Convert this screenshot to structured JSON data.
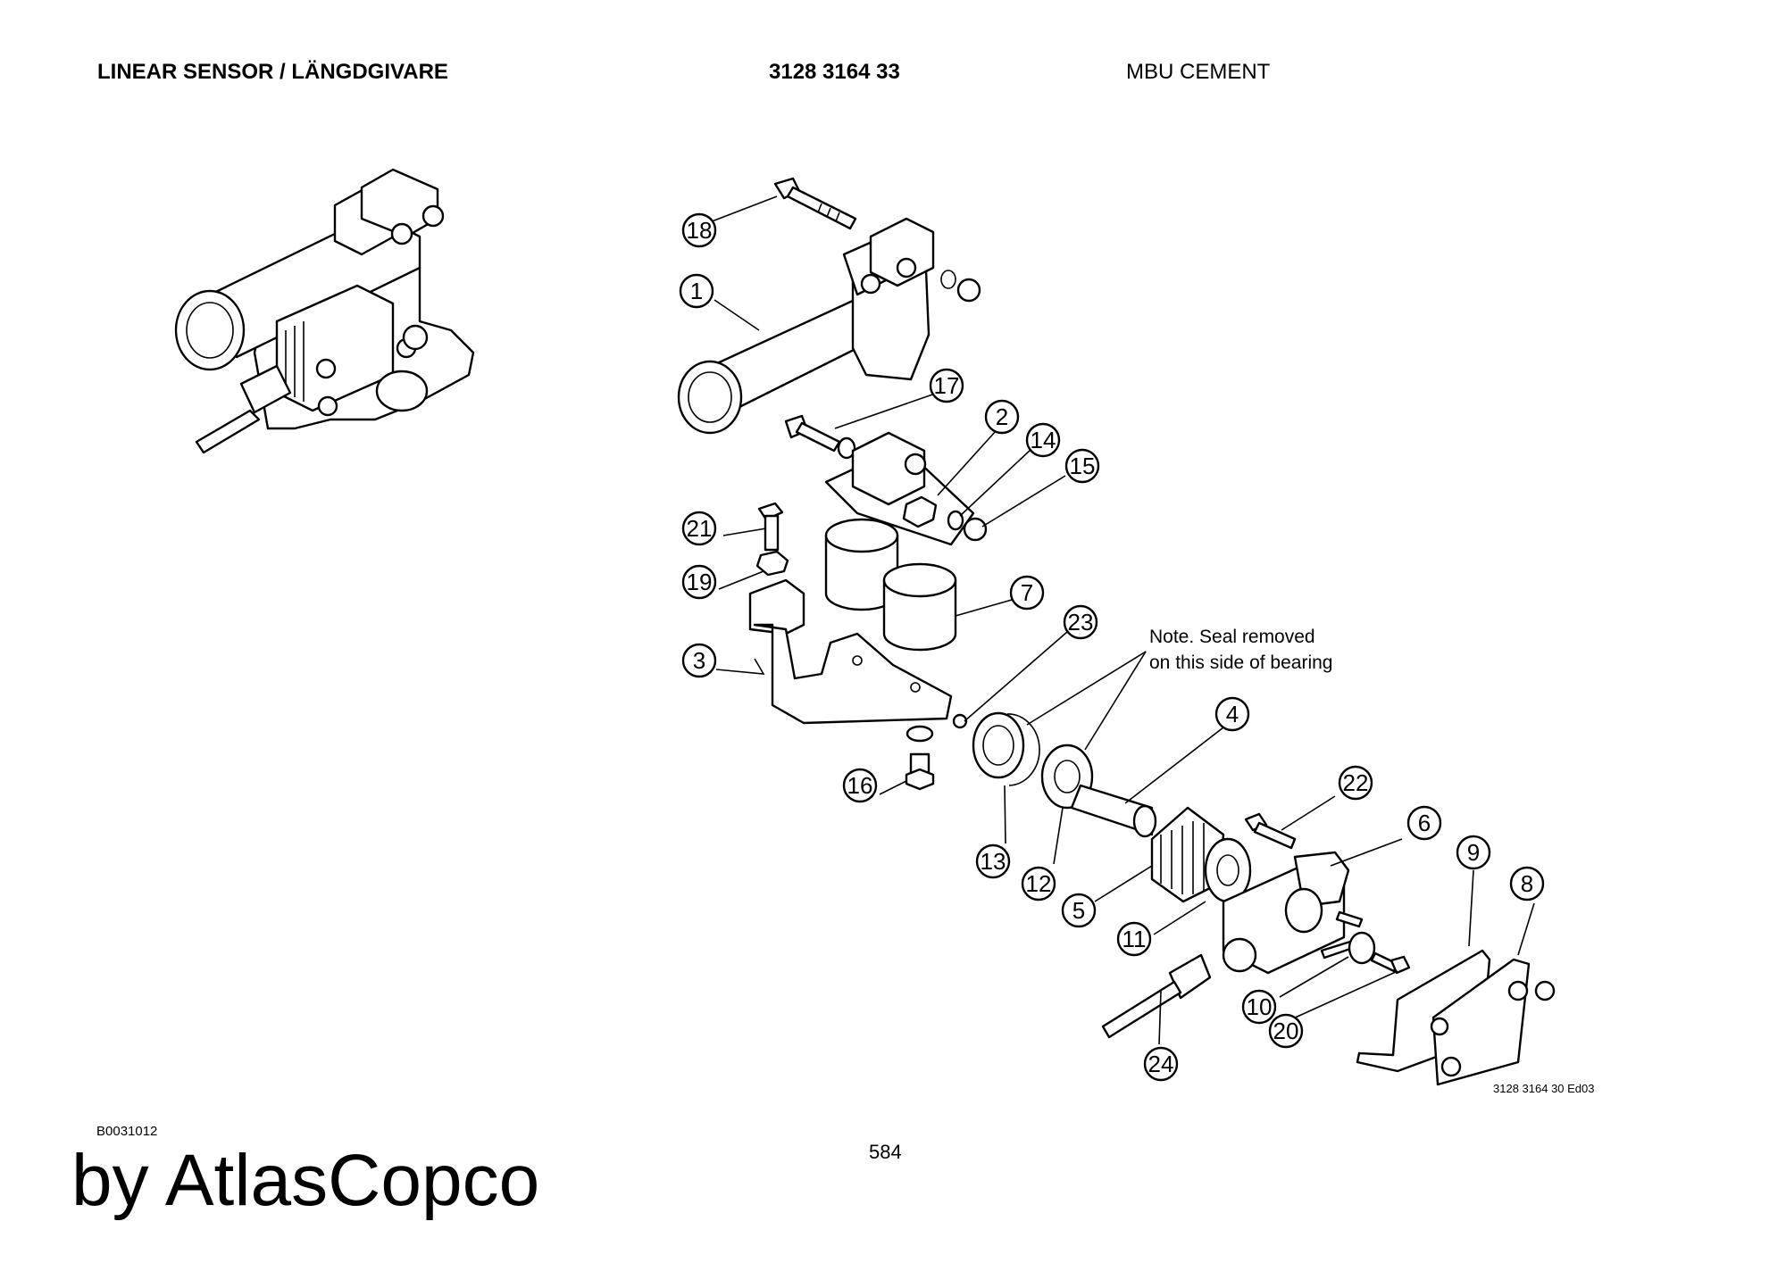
{
  "header": {
    "title": "LINEAR SENSOR / LÄNGDGIVARE",
    "part_number": "3128 3164 33",
    "machine": "MBU CEMENT"
  },
  "drawing": {
    "note_line1": "Note. Seal removed",
    "note_line2": "on this side of bearing",
    "drawing_number": "3128 3164 30 Ed03",
    "callouts": [
      "1",
      "2",
      "3",
      "4",
      "5",
      "6",
      "7",
      "8",
      "9",
      "10",
      "11",
      "12",
      "13",
      "14",
      "15",
      "16",
      "17",
      "18",
      "19",
      "20",
      "21",
      "22",
      "23",
      "24"
    ]
  },
  "footer": {
    "doc_id": "B0031012",
    "page_number": "584",
    "brand": "by AtlasCopco"
  }
}
